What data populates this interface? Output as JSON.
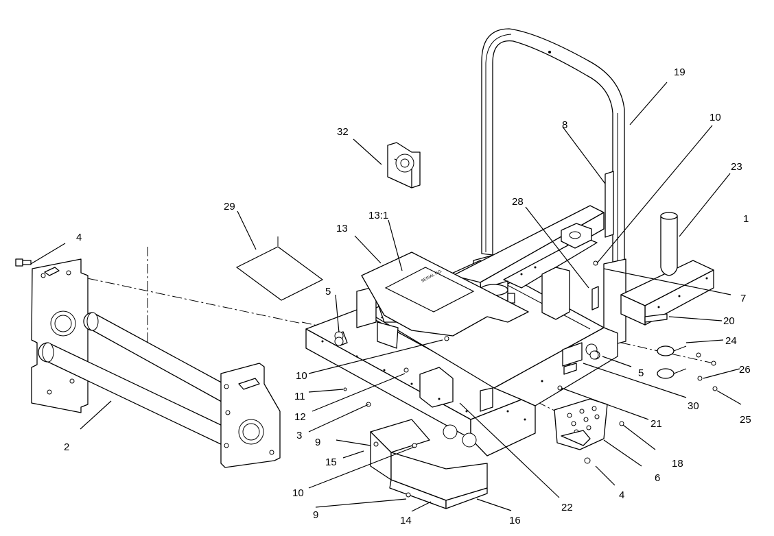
{
  "callouts": {
    "c1": "1",
    "c2": "2",
    "c3": "3",
    "c4a": "4",
    "c4b": "4",
    "c5a": "5",
    "c5b": "5",
    "c6": "6",
    "c7": "7",
    "c8": "8",
    "c9a": "9",
    "c9b": "9",
    "c10a": "10",
    "c10b": "10",
    "c10c": "10",
    "c11": "11",
    "c12": "12",
    "c13": "13",
    "c13_1": "13:1",
    "c14": "14",
    "c15": "15",
    "c16": "16",
    "c18": "18",
    "c19": "19",
    "c20": "20",
    "c21": "21",
    "c22": "22",
    "c23": "23",
    "c24": "24",
    "c25": "25",
    "c26": "26",
    "c28": "28",
    "c29": "29",
    "c30": "30",
    "c32": "32"
  },
  "decal_text": "SERIAL NO."
}
